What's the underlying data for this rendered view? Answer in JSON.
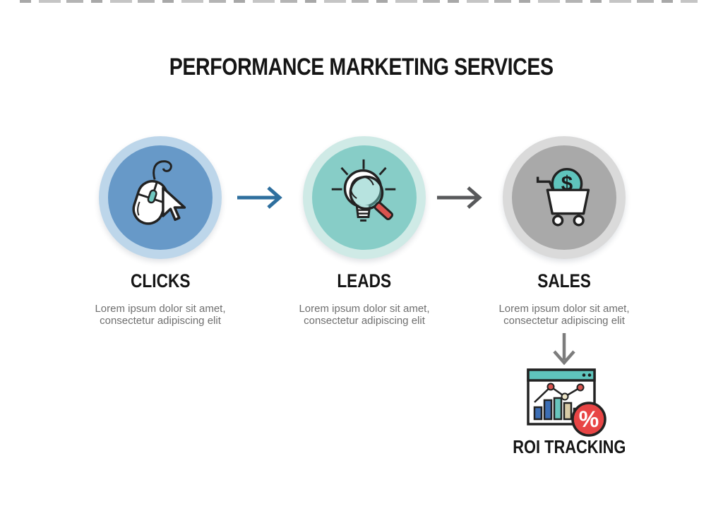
{
  "title": "PERFORMANCE MARKETING SERVICES",
  "steps": [
    {
      "label": "CLICKS",
      "desc_line1": "Lorem ipsum dolor sit amet,",
      "desc_line2": "consectetur adipiscing elit",
      "icon": "computer-mouse-cursor-icon",
      "circle_fill": "#6799c8",
      "ring_fill": "#bdd6ea"
    },
    {
      "label": "LEADS",
      "desc_line1": "Lorem ipsum dolor sit amet,",
      "desc_line2": "consectetur adipiscing elit",
      "icon": "magnifier-lightbulb-icon",
      "circle_fill": "#87cdc7",
      "ring_fill": "#cfeae6"
    },
    {
      "label": "SALES",
      "desc_line1": "Lorem ipsum dolor sit amet,",
      "desc_line2": "consectetur adipiscing elit",
      "icon": "shopping-cart-dollar-icon",
      "circle_fill": "#a9a9a9",
      "ring_fill": "#dadada"
    }
  ],
  "connectors": {
    "arrow1_color": "#2e6f9e",
    "arrow2_color": "#58595b",
    "down_arrow_color": "#7c7c7c"
  },
  "roi": {
    "label": "ROI TRACKING",
    "icon": "analytics-browser-window-icon",
    "percent_symbol": "%"
  },
  "glyphs": {
    "dollar": "$"
  },
  "palette": {
    "teal_accent": "#5fc4bc",
    "red_accent": "#e84545",
    "bar_blue": "#3c6eb4",
    "bar_beige": "#d9cba6",
    "text_dark": "#151515",
    "text_gray": "#6f6f6f"
  }
}
